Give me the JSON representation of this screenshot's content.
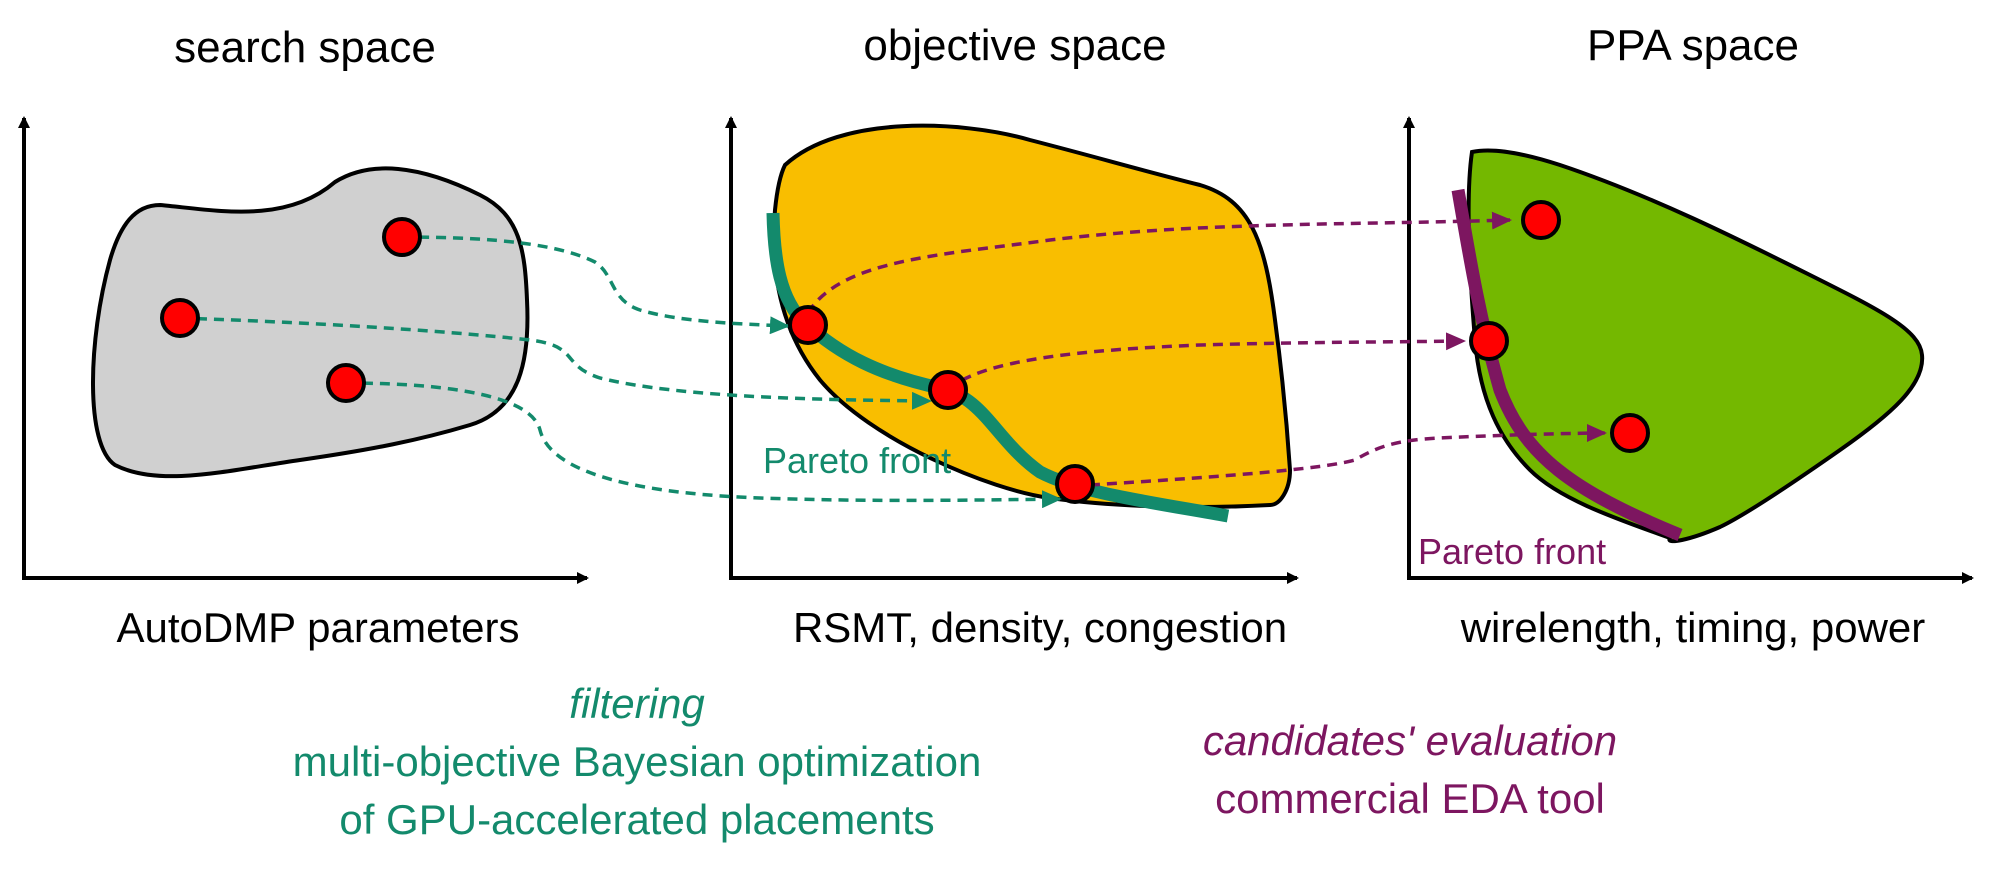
{
  "panels": {
    "search": {
      "title": "search space",
      "axis_label": "AutoDMP parameters"
    },
    "objective": {
      "title": "objective space",
      "axis_label": "RSMT, density, congestion",
      "pareto_label": "Pareto front"
    },
    "ppa": {
      "title": "PPA space",
      "axis_label": "wirelength, timing, power",
      "pareto_label": "Pareto front"
    }
  },
  "captions": {
    "filtering": {
      "title": "filtering",
      "line1": "multi-objective Bayesian optimization",
      "line2": "of GPU-accelerated placements"
    },
    "evaluation": {
      "title": "candidates' evaluation",
      "line1": "commercial EDA tool"
    }
  },
  "colors": {
    "teal": "#138a6c",
    "purple": "#7d1660",
    "gray_region": "#d0d0d0",
    "orange_region": "#f9be00",
    "green_region": "#74b800",
    "point": "#ff0000"
  }
}
